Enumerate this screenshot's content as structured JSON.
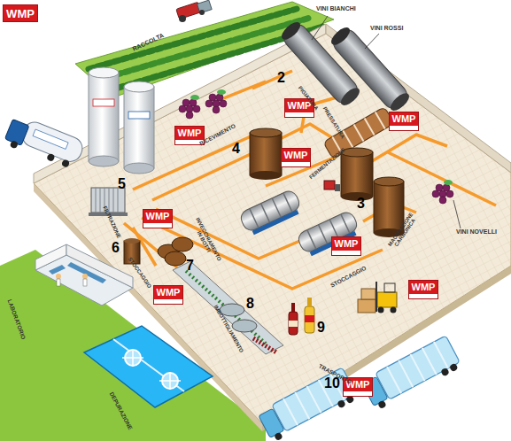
{
  "diagram": {
    "nodes": [
      {
        "text": [
          "WMP"
        ]
      },
      {
        "text": [
          "WMP"
        ]
      },
      {
        "text": [
          "WMP"
        ]
      },
      {
        "text": [
          "WMP"
        ]
      },
      {
        "text": [
          "WMP"
        ]
      },
      {
        "text": [
          "WMP"
        ]
      },
      {
        "text": [
          "WMP"
        ]
      },
      {
        "text": [
          "WMP"
        ]
      },
      {
        "text": [
          "WMP"
        ]
      },
      {
        "text": [
          "WMP"
        ]
      }
    ],
    "labels": [
      "RACCOLTA",
      "VINI BIANCHI",
      "VINI ROSSI",
      "2",
      "PIGIATURA",
      "PRESSATURA",
      "RICEVIMENTO",
      "4",
      "FERMENTAZIONE",
      "3",
      "MACERAZIONE CARBONICA",
      "VINI NOVELLI",
      "5",
      "FILTRAZIONE",
      "INVECCHIAMENTO IN BOTTI",
      "6",
      "STOCCAGGIO",
      "7",
      "IMBOTTIGLIAMENTO",
      "8",
      "9",
      "STOCCAGGIO",
      "LABORATORIO",
      "DEPURAZIONE",
      "TRASPORTO",
      "10"
    ]
  }
}
